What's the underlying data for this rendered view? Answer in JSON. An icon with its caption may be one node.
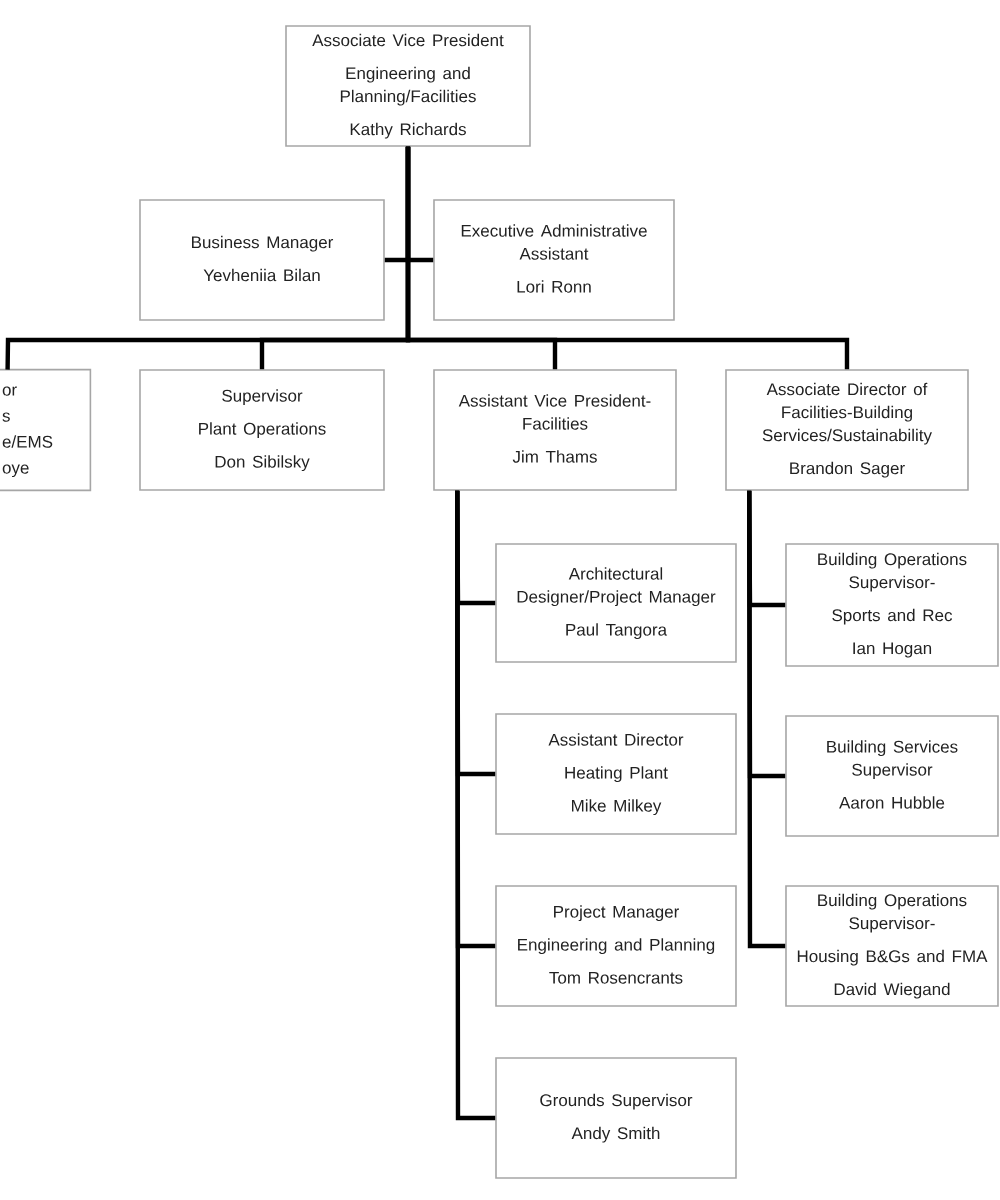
{
  "diagram": {
    "nodes": [
      {
        "text": [
          "Associate Vice President",
          "Engineering and Planning/Facilities",
          "Kathy Richards"
        ]
      },
      {
        "text": [
          "Business Manager",
          "Yevheniia Bilan"
        ]
      },
      {
        "text": [
          "Executive Administrative Assistant",
          "Lori Ronn"
        ]
      },
      {
        "text": [
          "or",
          "s",
          "e/EMS",
          "oye"
        ]
      },
      {
        "text": [
          "Supervisor",
          "Plant Operations",
          "Don Sibilsky"
        ]
      },
      {
        "text": [
          "Assistant Vice President- Facilities",
          "Jim Thams"
        ]
      },
      {
        "text": [
          "Associate Director of Facilities-Building Services/Sustainability",
          "Brandon Sager"
        ]
      },
      {
        "text": [
          "Architectural Designer/Project Manager",
          "Paul Tangora"
        ]
      },
      {
        "text": [
          "Assistant Director",
          "Heating Plant",
          "Mike Milkey"
        ]
      },
      {
        "text": [
          "Project Manager",
          "Engineering and Planning",
          "Tom Rosencrants"
        ]
      },
      {
        "text": [
          "Grounds Supervisor",
          "Andy Smith"
        ]
      },
      {
        "text": [
          "Building Operations Supervisor-",
          "Sports and Rec",
          "Ian Hogan"
        ]
      },
      {
        "text": [
          "Building Services Supervisor",
          "Aaron Hubble"
        ]
      },
      {
        "text": [
          "Building Operations Supervisor-",
          "Housing B&Gs and FMA",
          "David Wiegand"
        ]
      }
    ],
    "edges": [
      {
        "from": 0,
        "to": 1,
        "arrow": "none"
      },
      {
        "from": 0,
        "to": 2,
        "arrow": "none"
      },
      {
        "from": 0,
        "to": 3,
        "arrow": "none"
      },
      {
        "from": 0,
        "to": 4,
        "arrow": "none"
      },
      {
        "from": 0,
        "to": 5,
        "arrow": "none"
      },
      {
        "from": 0,
        "to": 6,
        "arrow": "none"
      },
      {
        "from": 5,
        "to": 7,
        "arrow": "none"
      },
      {
        "from": 5,
        "to": 8,
        "arrow": "none"
      },
      {
        "from": 5,
        "to": 9,
        "arrow": "none"
      },
      {
        "from": 5,
        "to": 10,
        "arrow": "none"
      },
      {
        "from": 6,
        "to": 11,
        "arrow": "none"
      },
      {
        "from": 6,
        "to": 12,
        "arrow": "none"
      },
      {
        "from": 6,
        "to": 13,
        "arrow": "none"
      }
    ]
  }
}
